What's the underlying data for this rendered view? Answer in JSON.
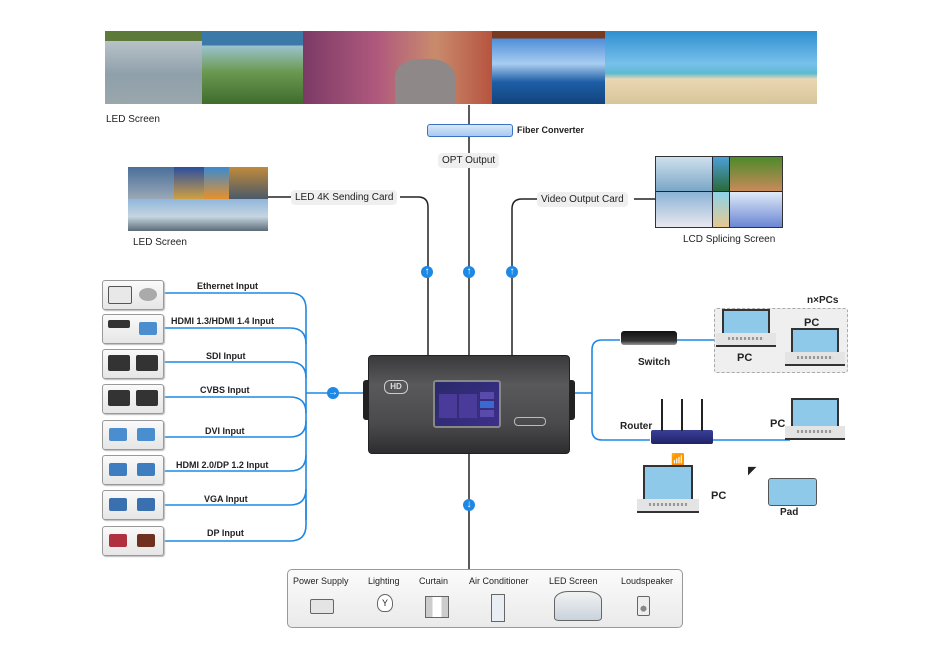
{
  "top_screen": {
    "label": "LED Screen"
  },
  "fiber": {
    "label": "Fiber Converter",
    "output_label": "OPT Output"
  },
  "left_screen": {
    "label": "LED Screen",
    "card_label": "LED 4K Sending Card"
  },
  "right_screen": {
    "label": "LCD Splicing Screen",
    "card_label": "Video Output Card"
  },
  "inputs": [
    {
      "label": "Ethernet Input",
      "icon": "camera-icon"
    },
    {
      "label": "HDMI 1.3/HDMI 1.4  Input",
      "icon": "projector-laptop-icon"
    },
    {
      "label": "SDI Input",
      "icon": "video-camera-icon"
    },
    {
      "label": "CVBS Input",
      "icon": "converter-box-icon"
    },
    {
      "label": "DVI Input",
      "icon": "desktop-pc-icon"
    },
    {
      "label": "HDMI 2.0/DP 1.2 Input",
      "icon": "laptop-icon"
    },
    {
      "label": "VGA Input",
      "icon": "desktop-pc-icon"
    },
    {
      "label": "DP Input",
      "icon": "monitor-icon"
    }
  ],
  "device": {
    "logo": "HD"
  },
  "network": {
    "switch_label": "Switch",
    "group_label": "n×PCs",
    "pc_label": "PC",
    "router_label": "Router",
    "pad_label": "Pad"
  },
  "controls": {
    "items": [
      {
        "label": "Power Supply",
        "icon": "power-strip-icon"
      },
      {
        "label": "Lighting",
        "icon": "light-bulb-icon"
      },
      {
        "label": "Curtain",
        "icon": "curtain-icon"
      },
      {
        "label": "Air Conditioner",
        "icon": "air-conditioner-icon"
      },
      {
        "label": "LED Screen",
        "icon": "curved-led-screen-icon"
      },
      {
        "label": "Loudspeaker",
        "icon": "loudspeaker-icon"
      }
    ]
  },
  "colors": {
    "wire_blue": "#1e88e5",
    "wire_dark": "#222222",
    "pc_screen": "#8ec9ea"
  }
}
